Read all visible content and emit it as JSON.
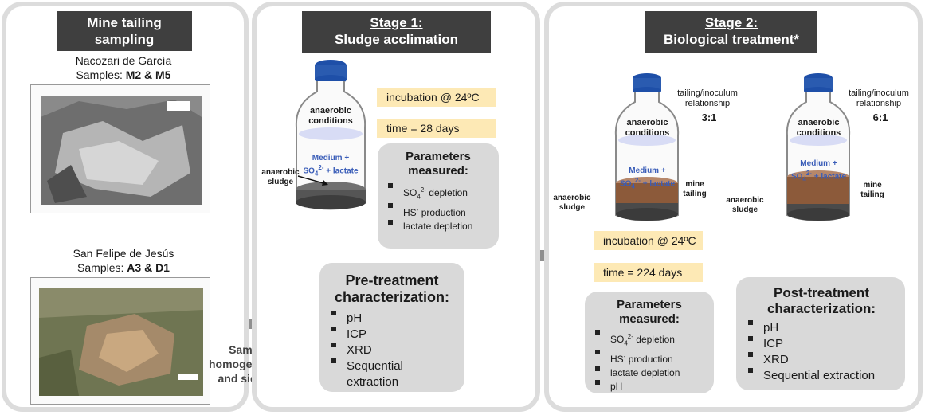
{
  "panel1": {
    "title": "Mine tailing sampling",
    "site1": {
      "name": "Nacozari de García",
      "samples_prefix": "Samples:",
      "samples": "M2 & M5"
    },
    "site2": {
      "name": "San Felipe de Jesús",
      "samples_prefix": "Samples:",
      "samples": "A3 & D1"
    },
    "homogenization": "Sample homogenization and sieving"
  },
  "panel2": {
    "title_stage": "Stage 1:",
    "title_sub": "Sludge acclimation",
    "bottle_label": "anaerobic conditions",
    "medium_label": "Medium +",
    "medium_formula": "SO",
    "medium_rest": "+ lactate",
    "sludge_label": "anaerobic sludge",
    "incubation": "incubation @ 24ºC",
    "time": "time = 28 days",
    "params_title": "Parameters measured:",
    "params": [
      "depletion",
      "production",
      "lactate depletion"
    ],
    "params_prefix": [
      "SO",
      "HS"
    ],
    "pretreat_title": "Pre-treatment characterization:",
    "pretreat_items": [
      "pH",
      "ICP",
      "XRD",
      "Sequential extraction"
    ]
  },
  "panel3": {
    "title_stage": "Stage 2:",
    "title_sub": "Biological treatment*",
    "bottle_label": "anaerobic conditions",
    "medium_label": "Medium +",
    "medium_rest": "+ lactate",
    "sludge_label": "anaerobic sludge",
    "tailing_label": "mine tailing",
    "ratio_label": "tailing/inoculum relationship",
    "ratio1": "3:1",
    "ratio2": "6:1",
    "incubation": "incubation @ 24ºC",
    "time": "time = 224 days",
    "params_title": "Parameters measured:",
    "params": [
      "depletion",
      "production",
      "lactate depletion",
      "pH"
    ],
    "posttreat_title": "Post-treatment characterization:",
    "posttreat_items": [
      "pH",
      "ICP",
      "XRD",
      "Sequential extraction"
    ]
  },
  "colors": {
    "header": "#3f3f3f",
    "box": "#d9d9d9",
    "note": "#fde9b5",
    "arrow": "#8f8f8f",
    "cap": "#2a5bb0",
    "medium_text": "#3a5db8"
  }
}
